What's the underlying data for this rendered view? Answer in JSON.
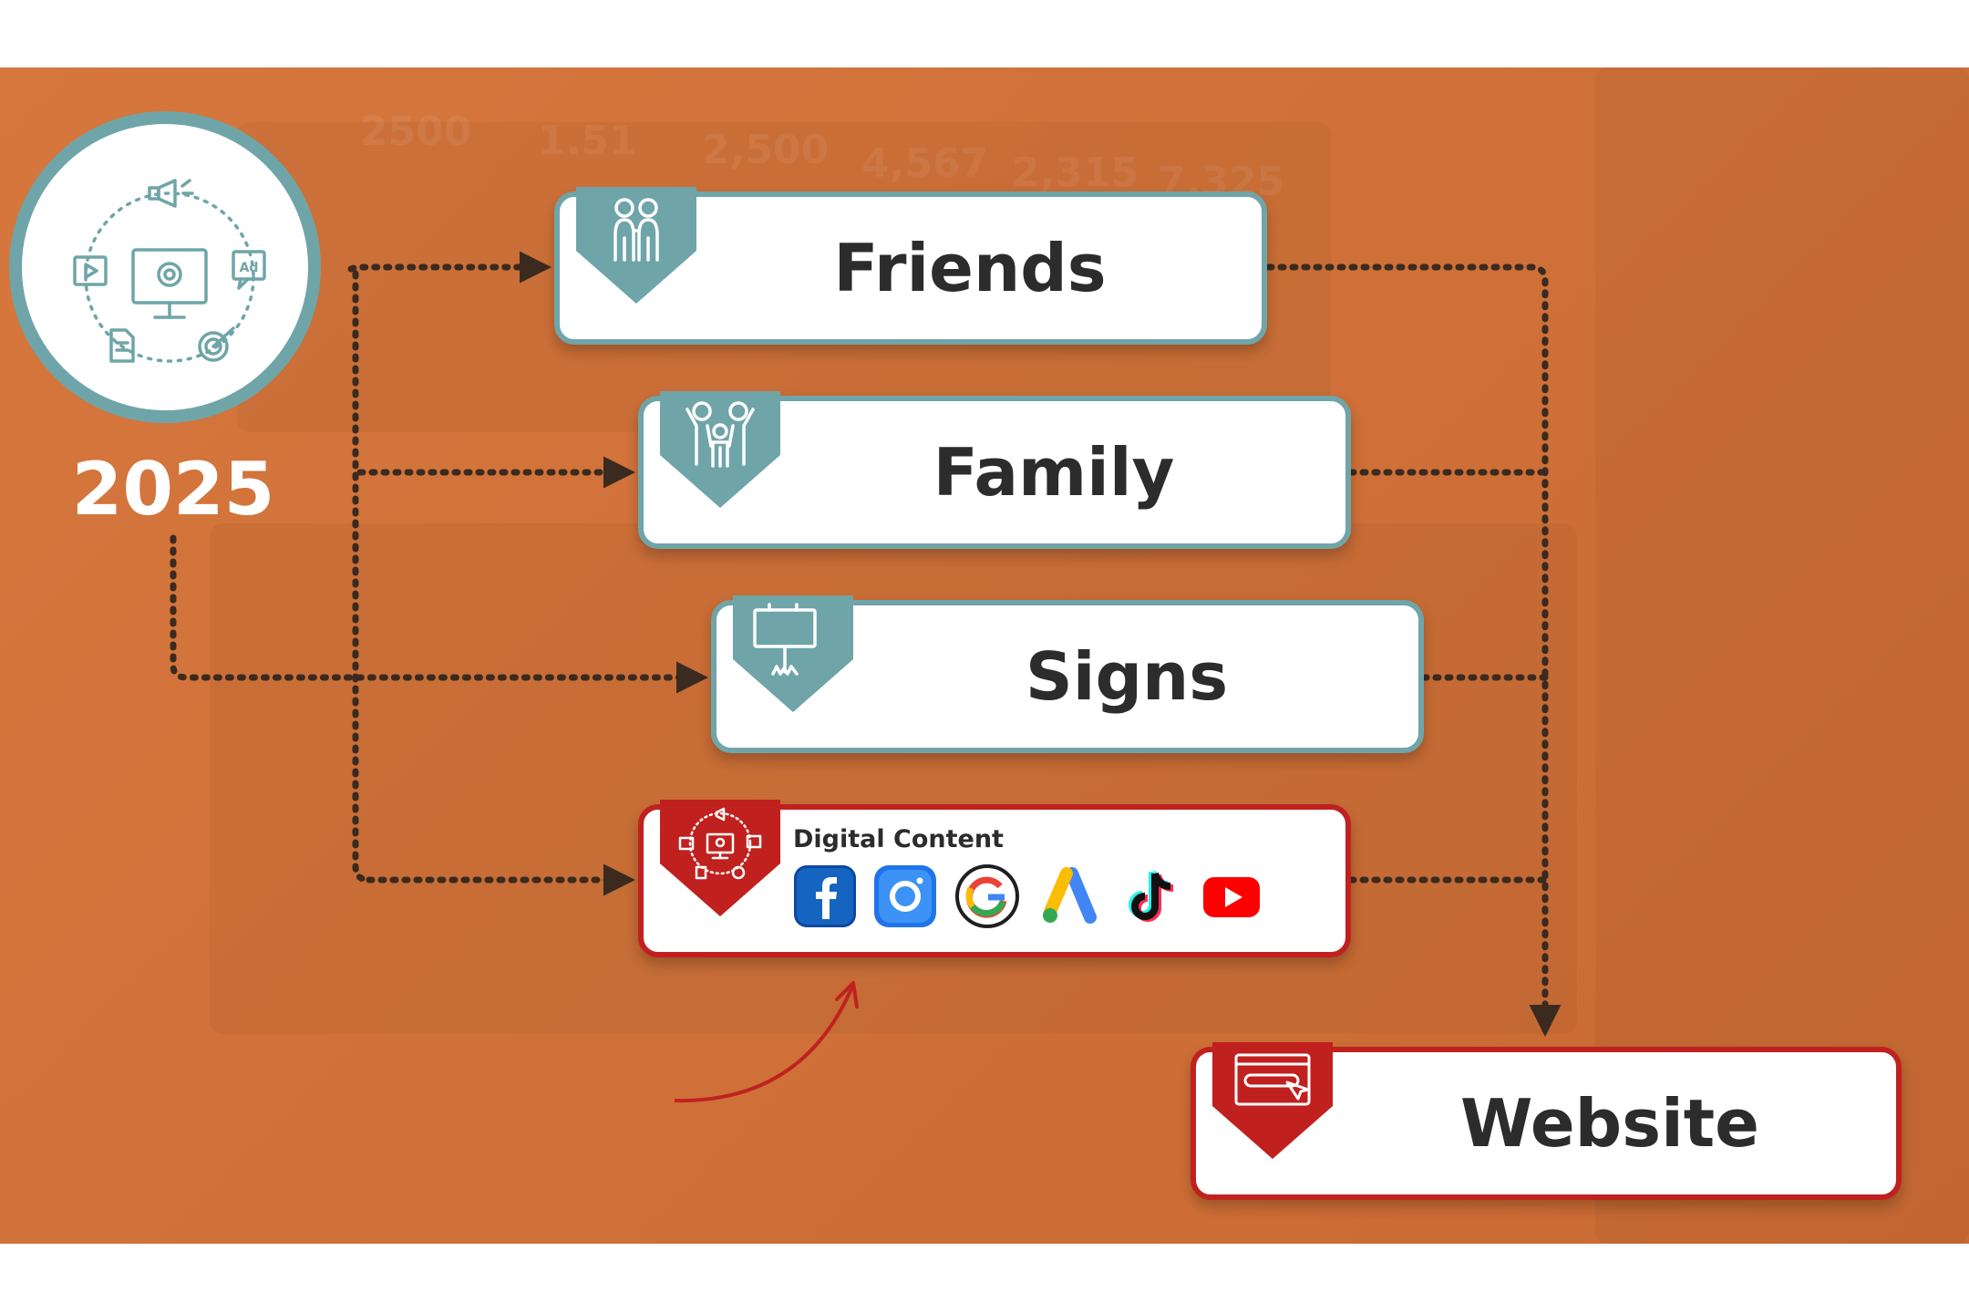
{
  "year": "2025",
  "nodes": {
    "friends": {
      "label": "Friends"
    },
    "family": {
      "label": "Family"
    },
    "signs": {
      "label": "Signs"
    },
    "digital_content": {
      "title": "Digital Content",
      "platforms": [
        "facebook",
        "instagram",
        "google",
        "google-ads",
        "tiktok",
        "youtube"
      ]
    },
    "website": {
      "label": "Website"
    }
  },
  "colors": {
    "background": "#d6773d",
    "teal": "#6fa5a8",
    "red": "#c0211f",
    "connector": "#3a2a20",
    "text": "#2c2c2c"
  }
}
